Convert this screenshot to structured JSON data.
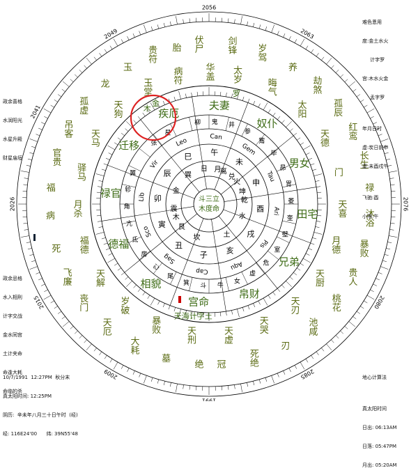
{
  "outer_years": {
    "top": "2056",
    "upper_left": "2049",
    "upper_right": "2063",
    "left_upper": "2041",
    "left": "2026",
    "left_lower": "2015",
    "bottom_left": "2009",
    "bottom": "1991",
    "bottom_right": "2085",
    "right_lower": "2080",
    "right": "2076"
  },
  "outer_ring_texts": [
    {
      "t": "伏尸",
      "a": -4
    },
    {
      "t": "剑锋",
      "a": 8
    },
    {
      "t": "岁驾",
      "a": 19
    },
    {
      "t": "养",
      "a": 31
    },
    {
      "t": "胎",
      "a": -12
    },
    {
      "t": "贵符",
      "a": -21
    },
    {
      "t": "玉",
      "a": -31
    },
    {
      "t": "龙",
      "a": -41
    },
    {
      "t": "劫煞",
      "a": 42
    },
    {
      "t": "孤辰",
      "a": 53
    },
    {
      "t": "红鸾",
      "a": 63
    },
    {
      "t": "长生",
      "a": 74
    },
    {
      "t": "孤虚",
      "a": -52
    },
    {
      "t": "吊客",
      "a": -62
    },
    {
      "t": "官贵",
      "a": -73
    },
    {
      "t": "福",
      "a": -84
    },
    {
      "t": "禄",
      "a": 84
    },
    {
      "t": "沐浴",
      "a": 95
    },
    {
      "t": "暴败",
      "a": 106
    },
    {
      "t": "贵人",
      "a": 117
    },
    {
      "t": "桃花",
      "a": 128
    },
    {
      "t": "池咸",
      "a": 140
    },
    {
      "t": "病",
      "a": -94
    },
    {
      "t": "死",
      "a": -106
    },
    {
      "t": "飞廉",
      "a": -117
    },
    {
      "t": "丧门",
      "a": -128
    },
    {
      "t": "天厄",
      "a": -140
    },
    {
      "t": "大耗",
      "a": -152
    },
    {
      "t": "刃",
      "a": 152
    },
    {
      "t": "死绝",
      "a": 164
    },
    {
      "t": "冠",
      "a": 176
    },
    {
      "t": "墓",
      "a": -164
    },
    {
      "t": "绝",
      "a": -176
    }
  ],
  "middle_ring_texts": [
    {
      "t": "华盖",
      "a": 0
    },
    {
      "t": "太岁",
      "a": 12
    },
    {
      "t": "晦气",
      "a": 28
    },
    {
      "t": "太阳",
      "a": 44
    },
    {
      "t": "病符",
      "a": -14
    },
    {
      "t": "玉堂",
      "a": -28
    },
    {
      "t": "天狗",
      "a": -44
    },
    {
      "t": "天马",
      "a": -60
    },
    {
      "t": "天德",
      "a": 60
    },
    {
      "t": "门",
      "a": 76
    },
    {
      "t": "天喜",
      "a": 92
    },
    {
      "t": "月德",
      "a": 108
    },
    {
      "t": "驿马",
      "a": -76
    },
    {
      "t": "月杀",
      "a": -92
    },
    {
      "t": "福德",
      "a": -108
    },
    {
      "t": "天解",
      "a": -124
    },
    {
      "t": "天厨",
      "a": 124
    },
    {
      "t": "天刃",
      "a": 140
    },
    {
      "t": "天哭",
      "a": 156
    },
    {
      "t": "天虚",
      "a": 172
    },
    {
      "t": "岁破",
      "a": -140
    },
    {
      "t": "暴败",
      "a": -156
    },
    {
      "t": "天刑",
      "a": -172
    }
  ],
  "houses": [
    {
      "t": "夫妻",
      "a": 6
    },
    {
      "t": "奴仆",
      "a": 36
    },
    {
      "t": "男女",
      "a": 66
    },
    {
      "t": "田宅",
      "a": 96
    },
    {
      "t": "兄弟",
      "a": 126
    },
    {
      "t": "帛财",
      "a": 156
    },
    {
      "t": "宫命",
      "a": -174
    },
    {
      "t": "相貌",
      "a": -144
    },
    {
      "t": "德福",
      "a": -114
    },
    {
      "t": "禄官",
      "a": -84
    },
    {
      "t": "迁移",
      "a": -54
    },
    {
      "t": "疾厄",
      "a": -24
    }
  ],
  "signs": [
    {
      "t": "Can",
      "a": 6
    },
    {
      "t": "Gem",
      "a": 36
    },
    {
      "t": "Tau",
      "a": 66
    },
    {
      "t": "Ari",
      "a": 96
    },
    {
      "t": "Pis",
      "a": 126
    },
    {
      "t": "Aqu",
      "a": 156
    },
    {
      "t": "Cap",
      "a": -174
    },
    {
      "t": "Sag",
      "a": -144
    },
    {
      "t": "Sco",
      "a": -114
    },
    {
      "t": "Lib",
      "a": -84
    },
    {
      "t": "Vir",
      "a": -54
    },
    {
      "t": "Leo",
      "a": -24
    }
  ],
  "inner_branches": [
    {
      "t": "午",
      "a": 6
    },
    {
      "t": "未",
      "a": 36
    },
    {
      "t": "申",
      "a": 66
    },
    {
      "t": "酉",
      "a": 96
    },
    {
      "t": "戌",
      "a": 126
    },
    {
      "t": "亥",
      "a": 156
    },
    {
      "t": "子",
      "a": -174
    },
    {
      "t": "丑",
      "a": -144
    },
    {
      "t": "寅",
      "a": -114
    },
    {
      "t": "卯",
      "a": -84
    },
    {
      "t": "辰",
      "a": -54
    },
    {
      "t": "巳",
      "a": -24
    }
  ],
  "inner_stars": [
    {
      "t": "日",
      "a": -8
    },
    {
      "t": "月",
      "a": 14
    },
    {
      "t": "兑",
      "a": 40
    },
    {
      "t": "坤",
      "a": 70
    },
    {
      "t": "坎",
      "a": -160
    },
    {
      "t": "艮",
      "a": -130
    },
    {
      "t": "震",
      "a": -98
    },
    {
      "t": "巽",
      "a": -36
    },
    {
      "t": "火",
      "a": 52
    },
    {
      "t": "金",
      "a": -68
    },
    {
      "t": "木",
      "a": -112
    },
    {
      "t": "土",
      "a": 150
    },
    {
      "t": "水",
      "a": 110
    },
    {
      "t": "离",
      "a": 24
    },
    {
      "t": "乾",
      "a": 84
    }
  ],
  "center": {
    "l1": "斗三立",
    "l2": "木度命"
  },
  "asterisms": [
    {
      "t": "鬼",
      "a": 4
    },
    {
      "t": "井",
      "a": 16
    },
    {
      "t": "参",
      "a": 28
    },
    {
      "t": "觜",
      "a": 40
    },
    {
      "t": "毕",
      "a": 52
    },
    {
      "t": "昴",
      "a": 64
    },
    {
      "t": "胃",
      "a": 76
    },
    {
      "t": "娄",
      "a": 88
    },
    {
      "t": "奎",
      "a": 100
    },
    {
      "t": "壁",
      "a": 112
    },
    {
      "t": "室",
      "a": 124
    },
    {
      "t": "危",
      "a": 136
    },
    {
      "t": "虚",
      "a": 148
    },
    {
      "t": "女",
      "a": 160
    },
    {
      "t": "牛",
      "a": 172
    },
    {
      "t": "斗",
      "a": -176
    },
    {
      "t": "箕",
      "a": -164
    },
    {
      "t": "尾",
      "a": -152
    },
    {
      "t": "心",
      "a": -140
    },
    {
      "t": "房",
      "a": -128
    },
    {
      "t": "氐",
      "a": -116
    },
    {
      "t": "亢",
      "a": -104
    },
    {
      "t": "角",
      "a": -92
    },
    {
      "t": "轸",
      "a": -80
    },
    {
      "t": "翼",
      "a": -68
    },
    {
      "t": "张",
      "a": -42
    },
    {
      "t": "星",
      "a": -30
    },
    {
      "t": "柳",
      "a": -8
    }
  ],
  "planets_ring": [
    {
      "t": "木",
      "a": -33
    },
    {
      "t": "金",
      "a": -28
    },
    {
      "t": "罗",
      "a": 14
    },
    {
      "t": "天海计字土",
      "a": -172
    }
  ],
  "notes": {
    "top_left": [
      "政余喜格",
      "水润阳光",
      "水星升殿",
      "财星庙垣"
    ],
    "mid_left": [
      "政余忌格",
      "水入相刑",
      "计字交战",
      "金水同宫",
      "土计夹命",
      "命逢大耗",
      "命临的杀"
    ],
    "top_right": [
      "难色恩用",
      "度:金土水火",
      "     计字罗",
      "宫:木水火金",
      "     孟字罗",
      "",
      "年月日时",
      "虚:炭日前申",
      "虚:未酉戌午",
      "",
      "飞驰:酉",
      "小限:午"
    ],
    "bottom_right": [
      "地心计算法",
      "",
      "真太阳时间",
      "日出: 06:13AM",
      "日落: 05:47PM",
      "月出: 05:20AM"
    ],
    "bottom_left": [
      "10/7/1991  12:27PM  秋分末",
      "真太阳时间: 12:25PM",
      "阴历:  辛未年八月三十日午时  (经)",
      "经: 116E24'00      纬: 39N55'48"
    ]
  }
}
